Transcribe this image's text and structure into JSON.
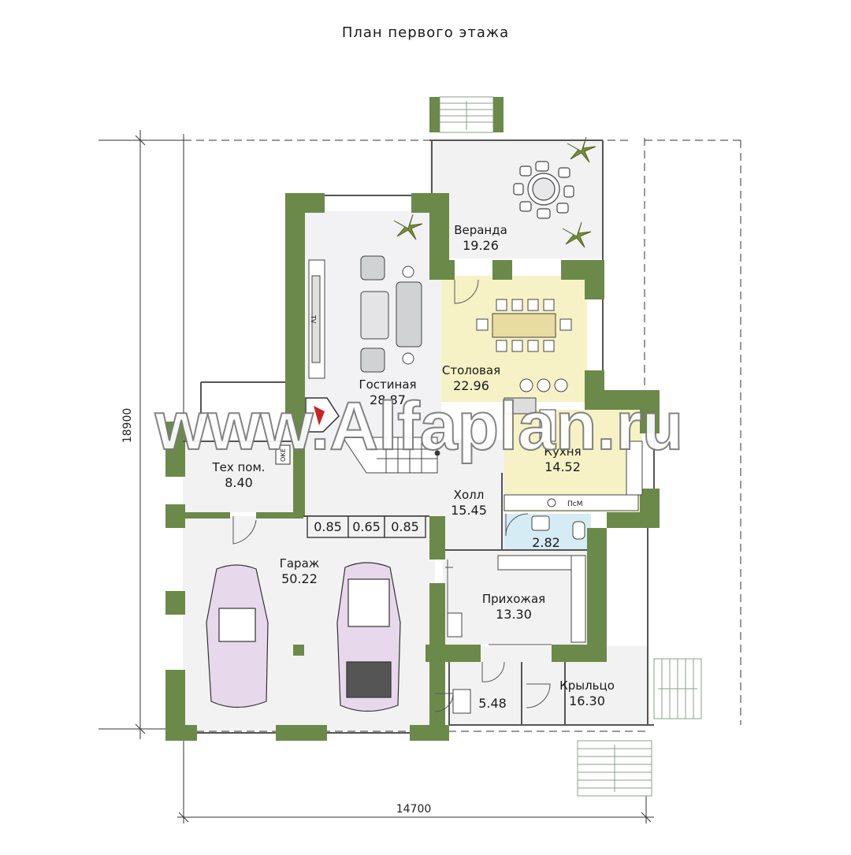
{
  "title": "План первого этажа",
  "watermark": "www.Alfaplan.ru",
  "dimensions": {
    "width": "14700",
    "height": "18900"
  },
  "rooms": {
    "veranda": {
      "name": "Веранда",
      "area": "19.26"
    },
    "living": {
      "name": "Гостиная",
      "area": "28.87"
    },
    "dining": {
      "name": "Столовая",
      "area": "22.96"
    },
    "kitchen": {
      "name": "Кухня",
      "area": "14.52"
    },
    "tech": {
      "name": "Тех пом.",
      "area": "8.40"
    },
    "hall": {
      "name": "Холл",
      "area": "15.45"
    },
    "bath": {
      "area": "2.82"
    },
    "garage": {
      "name": "Гараж",
      "area": "50.22"
    },
    "entry": {
      "name": "Прихожая",
      "area": "13.30"
    },
    "vestibule": {
      "area": "5.48"
    },
    "porch": {
      "name": "Крыльцо",
      "area": "16.30"
    }
  },
  "closets": [
    "0.85",
    "0.65",
    "0.85"
  ],
  "labels": {
    "boiler": "ОКЕ",
    "dishwasher": "ПсМ",
    "tv": "TV"
  },
  "colors": {
    "wall": "#6b8a4a",
    "living_floor": "#f2f1f4",
    "dining_floor": "#f6f2c6",
    "kitchen_floor": "#f6f2c6",
    "bath_floor": "#d6ecf5",
    "default_floor": "#f3f2f2"
  }
}
